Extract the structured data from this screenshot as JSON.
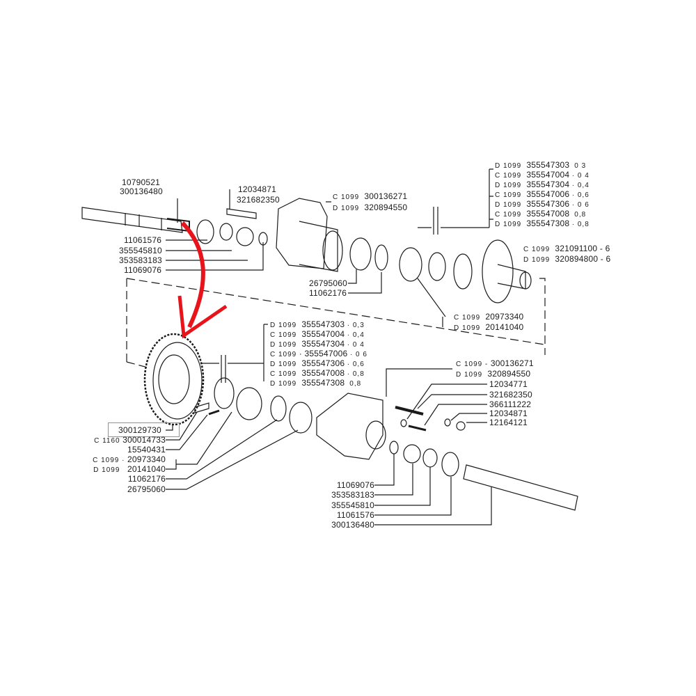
{
  "upper": {
    "shaft_refs": [
      "10790521",
      "300136480"
    ],
    "stud_refs": [
      "12034871",
      "321682350"
    ],
    "housing_refs": [
      {
        "code": "C 1099",
        "part": "300136271"
      },
      {
        "code": "D 1099",
        "part": "320894550"
      }
    ],
    "left_refs": [
      "11061576",
      "355545810",
      "353583183",
      "11069076"
    ],
    "bearing_refs": [
      "26795060",
      "11062176"
    ],
    "shims": [
      {
        "code": "D 1099",
        "part": "355547303",
        "size": "0 3"
      },
      {
        "code": "C 1099",
        "part": "355547004",
        "size": "· 0 4"
      },
      {
        "code": "D 1099",
        "part": "355547304",
        "size": "· 0,4"
      },
      {
        "code": "C 1099",
        "part": "355547006",
        "size": "· 0,6"
      },
      {
        "code": "D 1099",
        "part": "355547306",
        "size": "· 0 6"
      },
      {
        "code": "C 1099",
        "part": "355547008",
        "size": "0,8"
      },
      {
        "code": "D 1099",
        "part": "355547308",
        "size": "· 0,8"
      }
    ],
    "carrier_refs": [
      {
        "code": "C 1099",
        "part": "321091100 - 6"
      },
      {
        "code": "D 1099",
        "part": "320894800 - 6"
      }
    ],
    "race_refs": [
      {
        "code": "C 1099",
        "part": "20973340"
      },
      {
        "code": "D 1099",
        "part": "20141040"
      }
    ]
  },
  "middle": {
    "shims": [
      {
        "code": "D 1099",
        "part": "355547303",
        "size": "· 0,3"
      },
      {
        "code": "C 1099",
        "part": "355547004",
        "size": "· 0,4"
      },
      {
        "code": "D 1099",
        "part": "355547304",
        "size": "· 0 4"
      },
      {
        "code": "C 1099",
        "part": "· 355547006",
        "size": "· 0 6"
      },
      {
        "code": "D 1099",
        "part": "355547306",
        "size": "· 0,6"
      },
      {
        "code": "C 1099",
        "part": "355547008",
        "size": "· 0,8"
      },
      {
        "code": "D 1099",
        "part": "355547308",
        "size": "0,8"
      }
    ]
  },
  "lower_left": {
    "highlighted": "300129730",
    "refs": [
      {
        "code": "C 1160",
        "part": "300014733"
      },
      {
        "code": "",
        "part": "15540431"
      },
      {
        "code": "C 1099 ·",
        "part": "20973340"
      },
      {
        "code": "D 1099",
        "part": "20141040"
      },
      {
        "code": "",
        "part": "11062176"
      },
      {
        "code": "",
        "part": "26795060"
      }
    ]
  },
  "lower_right": {
    "housing_refs": [
      {
        "code": "C 1099 -",
        "part": "300136271"
      },
      {
        "code": "D 1099",
        "part": "320894550"
      }
    ],
    "hardware_refs": [
      "12034771",
      "321682350",
      "366111222",
      "12034871",
      "12164121"
    ],
    "bottom_refs": [
      "11069076",
      "353583183",
      "355545810",
      "11061576",
      "300136480"
    ]
  },
  "colors": {
    "highlight_box": "#e07070",
    "arrow": "#e8141c",
    "ink": "#1a1a1a"
  }
}
